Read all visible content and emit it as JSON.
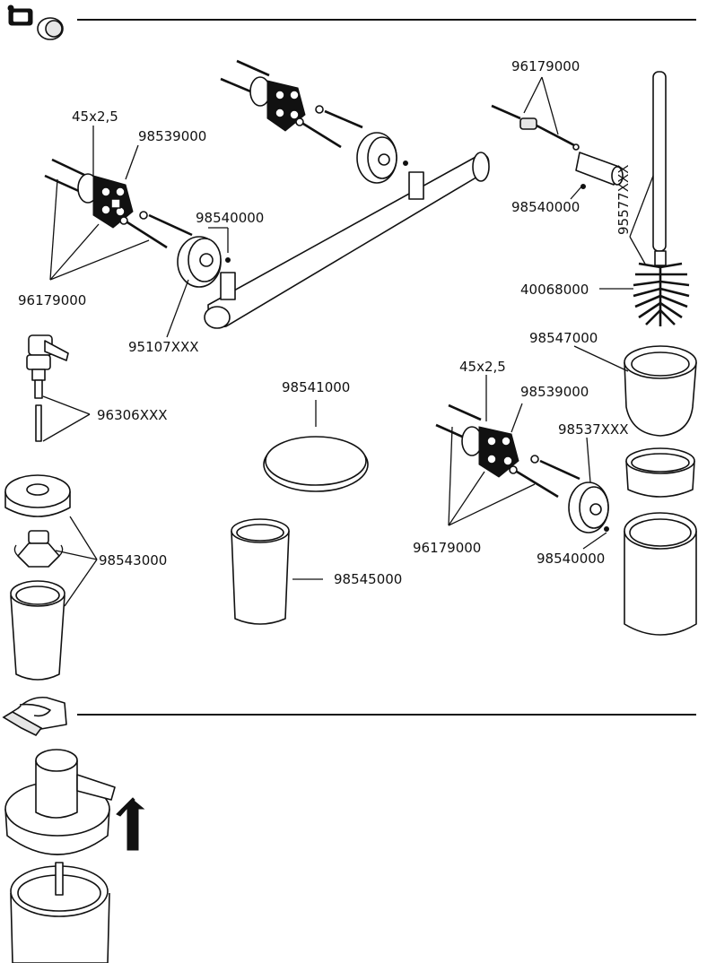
{
  "labels": {
    "seal_left": "45x2,5",
    "bracket_left": "98539000",
    "grubscrew_left": "98540000",
    "screws_left": "96179000",
    "rail_rosette": "95107XXX",
    "screws_right": "96179000",
    "grubscrew_right": "98540000",
    "brush_handle": "95577XXX",
    "brush_head": "40068000",
    "brush_glass": "98547000",
    "pump": "96306XXX",
    "seal_lower": "45x2,5",
    "soap_dish": "98541000",
    "bracket_lower": "98539000",
    "rosette_lower": "98537XXX",
    "screws_lower": "96179000",
    "grubscrew_lower": "98540000",
    "dispenser_glass": "98543000",
    "tooth_glass": "98545000"
  }
}
